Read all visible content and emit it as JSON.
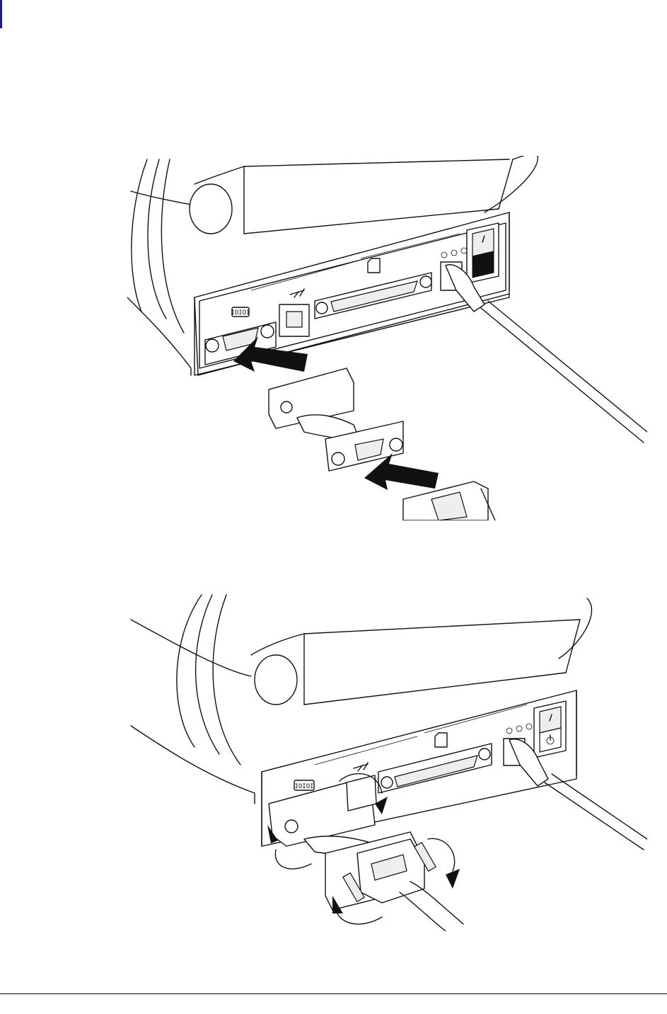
{
  "page": {
    "width": 943,
    "height": 1432
  },
  "colors": {
    "edge_mark": "#1a1a9c",
    "line_art": "#111111",
    "background": "#ffffff"
  },
  "figures": [
    {
      "name": "attach-adapter",
      "icons": [
        "serial-port-icon",
        "usb-icon",
        "parallel-port-icon",
        "dc-power-icon",
        "power-on-icon",
        "power-standby-icon"
      ]
    },
    {
      "name": "secure-thumbscrews",
      "icons": [
        "serial-port-icon",
        "usb-icon",
        "parallel-port-icon",
        "dc-power-icon",
        "power-on-icon",
        "power-standby-icon"
      ]
    }
  ]
}
